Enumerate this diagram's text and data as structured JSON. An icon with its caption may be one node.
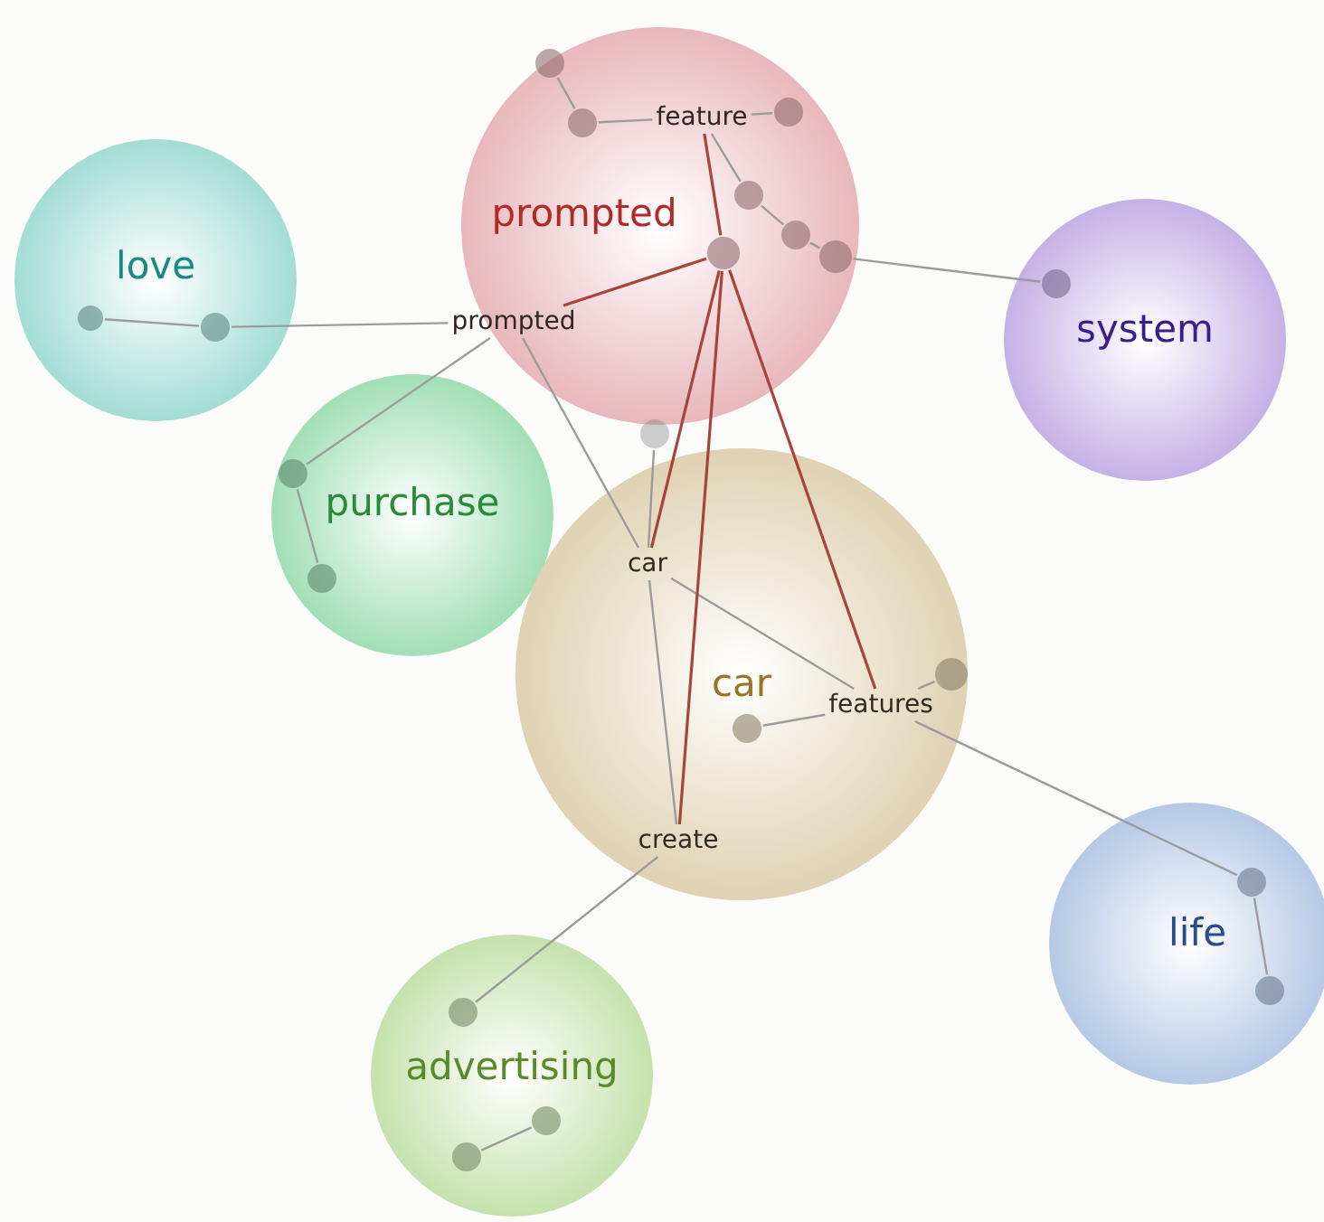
{
  "diagram": {
    "nodes": [
      {
        "text": [
          "prompted"
        ]
      },
      {
        "text": [],
        "shape": "circle",
        "in": 0
      },
      {
        "text": [],
        "shape": "circle",
        "in": 0
      },
      {
        "text": [
          "feature"
        ],
        "in": 0
      },
      {
        "text": [],
        "shape": "circle",
        "in": 0
      },
      {
        "text": [],
        "shape": "circle",
        "in": 0
      },
      {
        "text": [],
        "shape": "circle",
        "in": 0
      },
      {
        "text": [],
        "shape": "circle",
        "in": 0
      },
      {
        "text": [],
        "shape": "circle",
        "in": 0
      },
      {
        "text": [
          "prompted"
        ],
        "in": 0
      },
      {
        "text": [],
        "shape": "circle"
      },
      {
        "text": [
          "love"
        ]
      },
      {
        "text": [],
        "shape": "circle",
        "in": 11
      },
      {
        "text": [],
        "shape": "circle",
        "in": 11
      },
      {
        "text": [
          "system"
        ]
      },
      {
        "text": [],
        "shape": "circle",
        "in": 14
      },
      {
        "text": [
          "purchase"
        ]
      },
      {
        "text": [],
        "shape": "circle",
        "in": 16
      },
      {
        "text": [],
        "shape": "circle",
        "in": 16
      },
      {
        "text": [
          "car"
        ]
      },
      {
        "text": [
          "car"
        ],
        "in": 19
      },
      {
        "text": [],
        "shape": "circle",
        "in": 19
      },
      {
        "text": [
          "features"
        ],
        "in": 19
      },
      {
        "text": [],
        "shape": "circle",
        "in": 19
      },
      {
        "text": [
          "create"
        ],
        "in": 19
      },
      {
        "text": [
          "life"
        ]
      },
      {
        "text": [],
        "shape": "circle",
        "in": 25
      },
      {
        "text": [],
        "shape": "circle",
        "in": 25
      },
      {
        "text": [
          "advertising"
        ]
      },
      {
        "text": [],
        "shape": "circle",
        "in": 28
      },
      {
        "text": [],
        "shape": "circle",
        "in": 28
      },
      {
        "text": [],
        "shape": "circle",
        "in": 28
      }
    ],
    "edges": [
      {
        "from": 1,
        "to": 2,
        "arrow": "none"
      },
      {
        "from": 2,
        "to": 3,
        "arrow": "none"
      },
      {
        "from": 3,
        "to": 4,
        "arrow": "none"
      },
      {
        "from": 3,
        "to": 5,
        "arrow": "none"
      },
      {
        "from": 5,
        "to": 6,
        "arrow": "none"
      },
      {
        "from": 6,
        "to": 7,
        "arrow": "none"
      },
      {
        "from": 7,
        "to": 15,
        "arrow": "none"
      },
      {
        "from": 12,
        "to": 13,
        "arrow": "none"
      },
      {
        "from": 13,
        "to": 9,
        "arrow": "none"
      },
      {
        "from": 9,
        "to": 17,
        "arrow": "none"
      },
      {
        "from": 17,
        "to": 18,
        "arrow": "none"
      },
      {
        "from": 9,
        "to": 20,
        "arrow": "none"
      },
      {
        "from": 20,
        "to": 22,
        "arrow": "none"
      },
      {
        "from": 22,
        "to": 26,
        "arrow": "none"
      },
      {
        "from": 22,
        "to": 21,
        "arrow": "none"
      },
      {
        "from": 22,
        "to": 23,
        "arrow": "none"
      },
      {
        "from": 26,
        "to": 27,
        "arrow": "none"
      },
      {
        "from": 8,
        "to": 3,
        "arrow": "none",
        "color": "#a8443c"
      },
      {
        "from": 8,
        "to": 9,
        "arrow": "none",
        "color": "#a8443c"
      },
      {
        "from": 8,
        "to": 20,
        "arrow": "none",
        "color": "#a8443c"
      },
      {
        "from": 8,
        "to": 24,
        "arrow": "none",
        "color": "#a8443c"
      },
      {
        "from": 8,
        "to": 22,
        "arrow": "none",
        "color": "#a8443c"
      },
      {
        "from": 10,
        "to": 20,
        "arrow": "none"
      },
      {
        "from": 20,
        "to": 24,
        "arrow": "none"
      },
      {
        "from": 24,
        "to": 29,
        "arrow": "none"
      },
      {
        "from": 30,
        "to": 31,
        "arrow": "none"
      }
    ]
  }
}
